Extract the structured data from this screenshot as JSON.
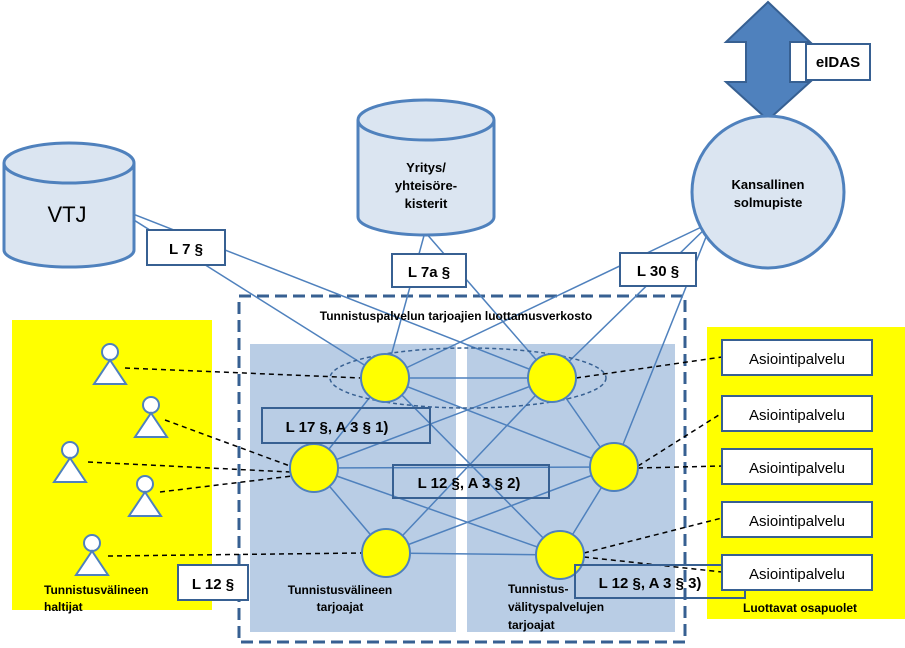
{
  "repositories": {
    "vtj": "VTJ",
    "yritys_line1": "Yritys/",
    "yritys_line2": "yhteisöre-",
    "yritys_line3": "kisterit",
    "solmupiste_line1": "Kansallinen",
    "solmupiste_line2": "solmupiste",
    "eidas": "eIDAS"
  },
  "law_labels": {
    "l7": "L 7 §",
    "l7a": "L 7a §",
    "l30": "L 30 §",
    "l17": "L 17 §, A 3 § 1)",
    "l12a": "L 12 §, A 3 § 2)",
    "l12b": "L 12 §",
    "l12c": "L 12 §, A 3 § 3)"
  },
  "network": {
    "title": "Tunnistuspalvelun tarjoajien luottamusverkosto",
    "left_panel_line1": "Tunnistusvälineen",
    "left_panel_line2": "tarjoajat",
    "right_panel_line1": "Tunnistus-",
    "right_panel_line2": "välityspalvelujen",
    "right_panel_line3": "tarjoajat"
  },
  "holders": {
    "label_line1": "Tunnistusvälineen",
    "label_line2": "haltijat"
  },
  "relying_parties": {
    "items": [
      "Asiointipalvelu",
      "Asiointipalvelu",
      "Asiointipalvelu",
      "Asiointipalvelu",
      "Asiointipalvelu"
    ],
    "label": "Luottavat osapuolet"
  },
  "colors": {
    "node_fill": "#ffff00",
    "panel_yellow": "#ffff00",
    "network_panel": "#b9cde5",
    "repository_fill": "#dbe5f1",
    "line_blue": "#4f81bd",
    "arrow_blue": "#4f81bd",
    "border_dark": "#376092"
  }
}
